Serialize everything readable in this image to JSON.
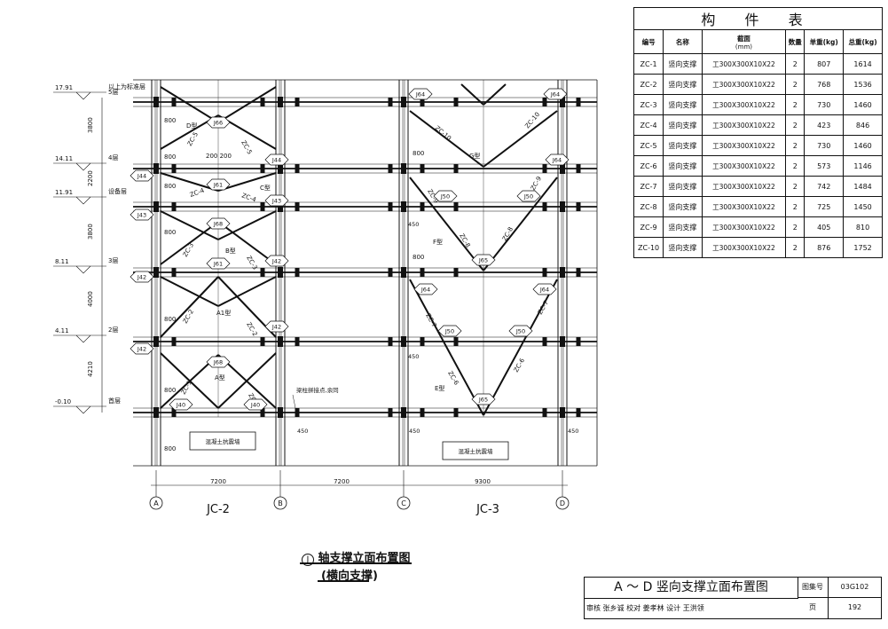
{
  "component_table": {
    "title": "构 件 表",
    "headers": {
      "code": "编号",
      "name": "名称",
      "section": "截面",
      "section_unit": "(mm)",
      "qty": "数量",
      "unit_weight": "单重(kg)",
      "total_weight": "总重(kg)"
    },
    "rows": [
      {
        "code": "ZC-1",
        "name": "竖向支撑",
        "section": "工300X300X10X22",
        "qty": "2",
        "unit": "807",
        "total": "1614"
      },
      {
        "code": "ZC-2",
        "name": "竖向支撑",
        "section": "工300X300X10X22",
        "qty": "2",
        "unit": "768",
        "total": "1536"
      },
      {
        "code": "ZC-3",
        "name": "竖向支撑",
        "section": "工300X300X10X22",
        "qty": "2",
        "unit": "730",
        "total": "1460"
      },
      {
        "code": "ZC-4",
        "name": "竖向支撑",
        "section": "工300X300X10X22",
        "qty": "2",
        "unit": "423",
        "total": "846"
      },
      {
        "code": "ZC-5",
        "name": "竖向支撑",
        "section": "工300X300X10X22",
        "qty": "2",
        "unit": "730",
        "total": "1460"
      },
      {
        "code": "ZC-6",
        "name": "竖向支撑",
        "section": "工300X300X10X22",
        "qty": "2",
        "unit": "573",
        "total": "1146"
      },
      {
        "code": "ZC-7",
        "name": "竖向支撑",
        "section": "工300X300X10X22",
        "qty": "2",
        "unit": "742",
        "total": "1484"
      },
      {
        "code": "ZC-8",
        "name": "竖向支撑",
        "section": "工300X300X10X22",
        "qty": "2",
        "unit": "725",
        "total": "1450"
      },
      {
        "code": "ZC-9",
        "name": "竖向支撑",
        "section": "工300X300X10X22",
        "qty": "2",
        "unit": "405",
        "total": "810"
      },
      {
        "code": "ZC-10",
        "name": "竖向支撑",
        "section": "工300X300X10X22",
        "qty": "2",
        "unit": "876",
        "total": "1752"
      }
    ]
  },
  "levels": [
    {
      "elev": "17.91",
      "name": "以上为标准层"
    },
    {
      "elev": "",
      "name": "5层"
    },
    {
      "elev": "14.11",
      "name": "4层"
    },
    {
      "elev": "11.91",
      "name": "设备层"
    },
    {
      "elev": "8.11",
      "name": "3层"
    },
    {
      "elev": "4.11",
      "name": "2层"
    },
    {
      "elev": "-0.10",
      "name": "首层"
    }
  ],
  "storey_heights": [
    "3800",
    "2200",
    "3800",
    "4000",
    "4210"
  ],
  "axes": {
    "A": "A",
    "B": "B",
    "C": "C",
    "D": "D"
  },
  "spans": [
    "7200",
    "7200",
    "9300"
  ],
  "frames": [
    "JC-2",
    "JC-3"
  ],
  "braces_left": [
    "ZC-5",
    "ZC-5",
    "ZC-4",
    "ZC-4",
    "ZC-3",
    "ZC-3",
    "ZC-2",
    "ZC-2",
    "ZC-1",
    "ZC-1"
  ],
  "braces_right": [
    "ZC-10",
    "ZC-10",
    "ZC-9",
    "ZC-9",
    "ZC-8",
    "ZC-8",
    "ZC-7",
    "ZC-7",
    "ZC-6",
    "ZC-6"
  ],
  "panel_types": [
    "D型",
    "C型",
    "B型",
    "A1型",
    "A型",
    "G型",
    "F型",
    "E型"
  ],
  "joints": [
    "J66",
    "J44",
    "J61",
    "J43",
    "J68",
    "J61",
    "J42",
    "J42",
    "J42",
    "J68",
    "J40",
    "J40",
    "J44",
    "J43",
    "J42",
    "J64",
    "J64",
    "J64",
    "J65",
    "J50",
    "J50",
    "J64",
    "J64",
    "J50",
    "J50",
    "J65"
  ],
  "dims": {
    "d800": "800",
    "d200": "200",
    "d450": "450"
  },
  "notes": {
    "beam_col": "梁柱拼接点,余同",
    "wall": "混凝土抗震墙"
  },
  "caption": {
    "line1": "轴支撑立面布置图",
    "axis": "J",
    "line2": "(横向支撑)"
  },
  "title_block": {
    "title": "A ～ D 竖向支撑立面布置图",
    "atlas_label": "图集号",
    "atlas": "03G102",
    "page_label": "页",
    "page": "192",
    "roles": "审核 张乡诚  校对 姜孝林  设计 王洪领"
  }
}
